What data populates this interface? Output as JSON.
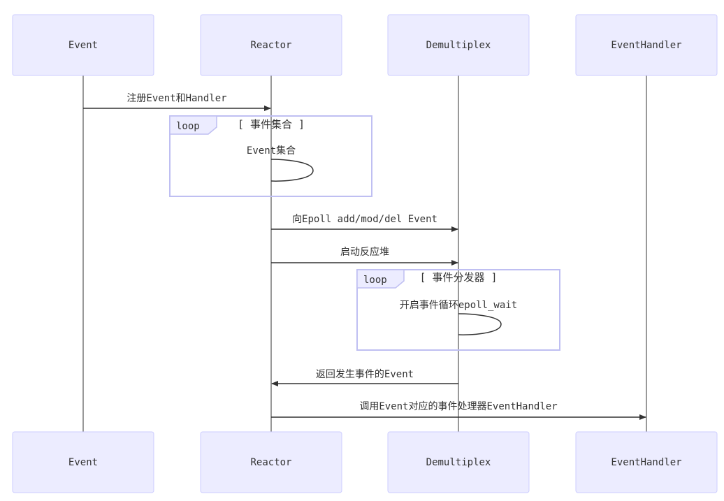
{
  "participants": [
    "Event",
    "Reactor",
    "Demultiplex",
    "EventHandler"
  ],
  "messages": [
    {
      "from": 0,
      "to": 1,
      "text": "注册Event和Handler"
    },
    {
      "from": 1,
      "to": 1,
      "text": "Event集合"
    },
    {
      "from": 1,
      "to": 2,
      "text": "向Epoll add/mod/del Event"
    },
    {
      "from": 1,
      "to": 2,
      "text": "启动反应堆"
    },
    {
      "from": 2,
      "to": 2,
      "text": "开启事件循环epoll_wait"
    },
    {
      "from": 2,
      "to": 1,
      "text": "返回发生事件的Event"
    },
    {
      "from": 1,
      "to": 3,
      "text": "调用Event对应的事件处理器EventHandler"
    }
  ],
  "loops": [
    {
      "tag": "loop",
      "condition": "[ 事件集合 ]"
    },
    {
      "tag": "loop",
      "condition": "[ 事件分发器 ]"
    }
  ],
  "colors": {
    "actor_fill": "#ECECFF",
    "actor_border": "#CCCCFF",
    "loop_border": "#BFBFF2",
    "line": "#333333"
  }
}
